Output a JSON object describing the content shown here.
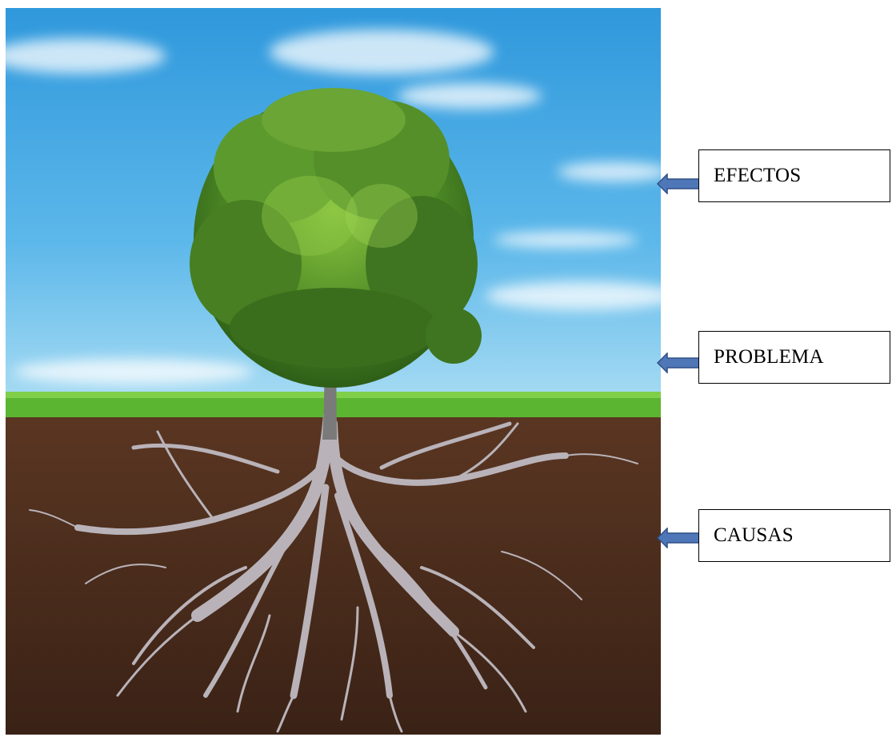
{
  "labels": {
    "effects": "EFECTOS",
    "problem": "PROBLEMA",
    "causes": "CAUSAS"
  },
  "colors": {
    "sky_top": "#3aa3e0",
    "sky_bottom": "#8fd0f2",
    "grass": "#5cb531",
    "soil": "#4a2c1c",
    "foliage": "#4f8d2a",
    "roots": "#b8b2b8",
    "arrow_fill": "#4f77b8",
    "arrow_stroke": "#2f4f86"
  },
  "icons": {
    "arrow": "left-arrow-icon"
  }
}
